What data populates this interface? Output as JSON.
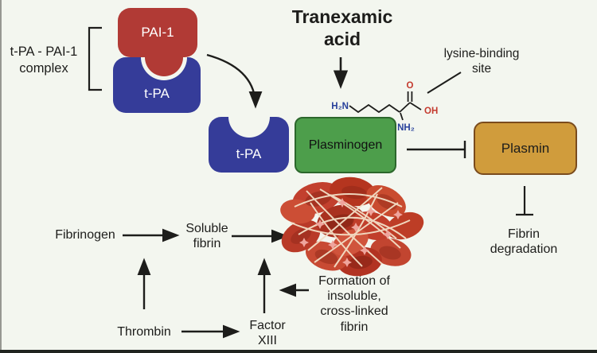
{
  "diagram": {
    "title": "Tranexamic acid",
    "complex_label": {
      "line1": "t-PA - PAI-1",
      "line2": "complex"
    },
    "boxes": {
      "pai1": {
        "label": "PAI-1",
        "color": "#b13a35"
      },
      "tpa_complex": {
        "label": "t-PA",
        "color": "#353c99"
      },
      "tpa_free": {
        "label": "t-PA",
        "color": "#353c99"
      },
      "plasminogen": {
        "label": "Plasminogen",
        "color": "#4d9e4b",
        "border": "#2c672c"
      },
      "plasmin": {
        "label": "Plasmin",
        "color": "#d09c3c",
        "border": "#7a4b1d"
      }
    },
    "molecule": {
      "name": "lysine-structure",
      "h2n": "H₂N",
      "o": "O",
      "oh": "OH",
      "nh2": "NH₂",
      "atom_red": "#c43a2e",
      "atom_blue": "#27409b"
    },
    "annotations": {
      "lysine_binding_site": "lysine-binding site",
      "fibrin_degradation": "Fibrin degradation",
      "formation_cross_linked": "Formation of insoluble, cross-linked fibrin"
    },
    "nodes": {
      "fibrinogen": "Fibrinogen",
      "soluble_fibrin": "Soluble fibrin",
      "thrombin": "Thrombin",
      "factor_xiii": "Factor XIII"
    },
    "colors": {
      "background": "#f3f6ef",
      "line": "#1d1d1b",
      "clot_red": "#c2402e",
      "clot_strand": "#f3dfc6",
      "platelet_pink": "#efa59d"
    }
  }
}
